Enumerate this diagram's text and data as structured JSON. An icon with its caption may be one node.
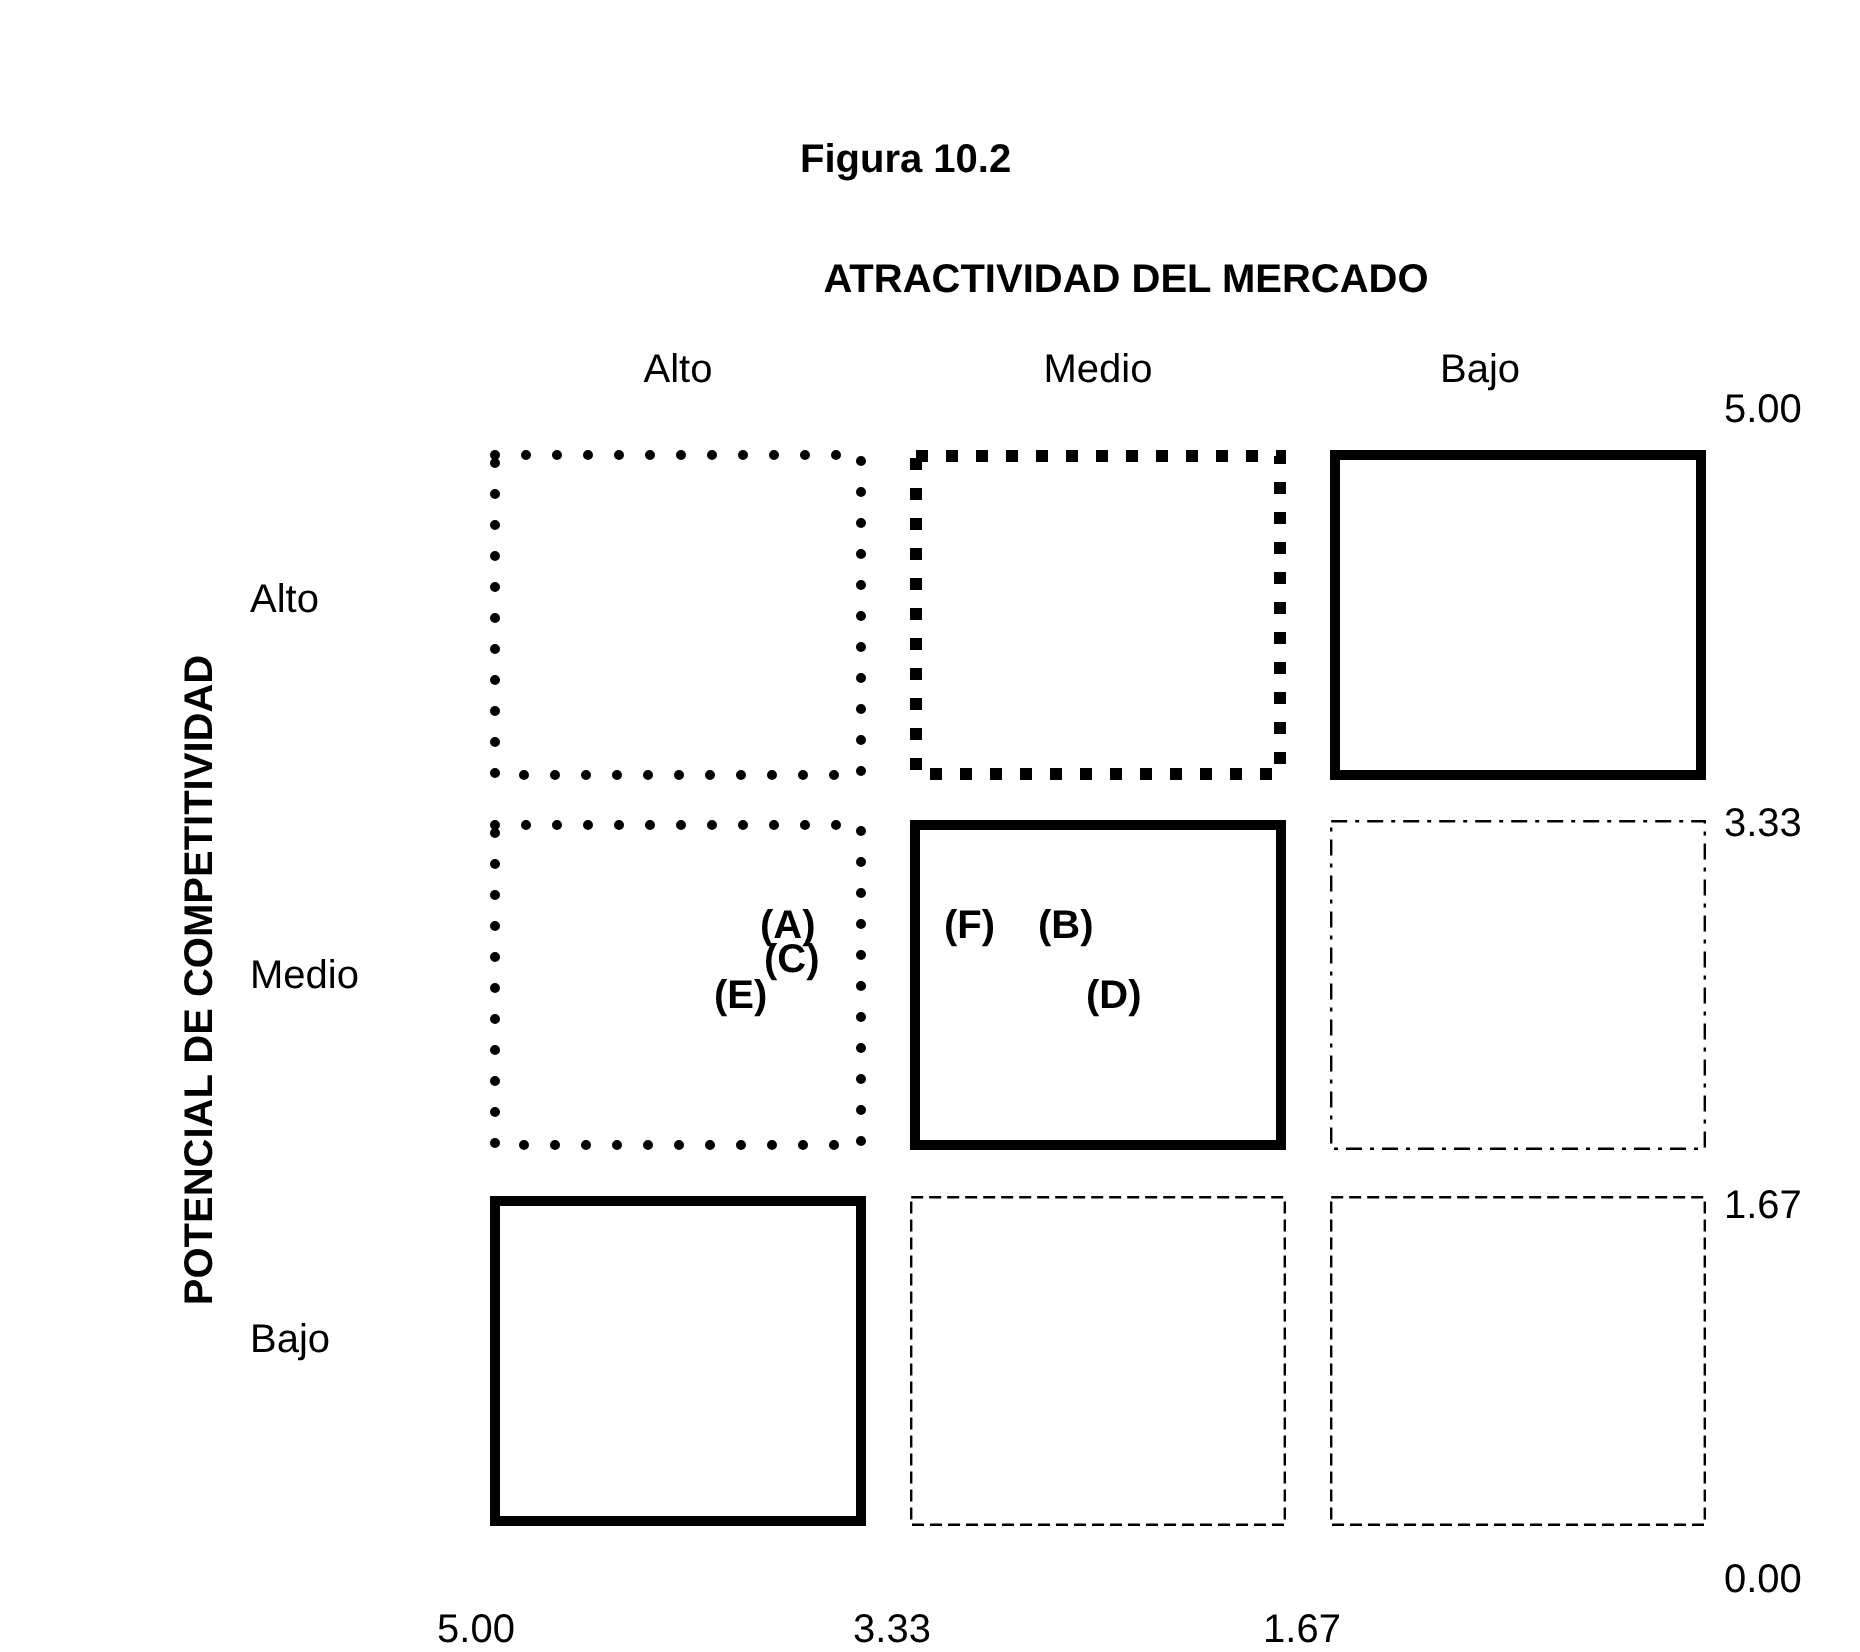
{
  "diagram": {
    "title": "Figura 10.2",
    "nodes": [
      {
        "text": [],
        "shape": "box"
      },
      {
        "text": [],
        "shape": "box"
      },
      {
        "text": [],
        "shape": "box"
      },
      {
        "text": [
          "(A)",
          "(C)",
          "(E)"
        ]
      },
      {
        "text": [
          "(F)",
          "(B)",
          "(D)"
        ]
      },
      {
        "text": [],
        "shape": "box"
      },
      {
        "text": [],
        "shape": "box"
      },
      {
        "text": [],
        "shape": "box"
      },
      {
        "text": [],
        "shape": "box"
      }
    ],
    "labels": [
      "ATRACTIVIDAD DEL MERCADO",
      "Alto",
      "Medio",
      "Bajo",
      "5.00",
      "POTENCIAL DE COMPETITIVIDAD",
      "Alto",
      "3.33",
      "Medio",
      "1.67",
      "Bajo",
      "0.00",
      "5.00",
      "3.33",
      "1.67"
    ]
  }
}
